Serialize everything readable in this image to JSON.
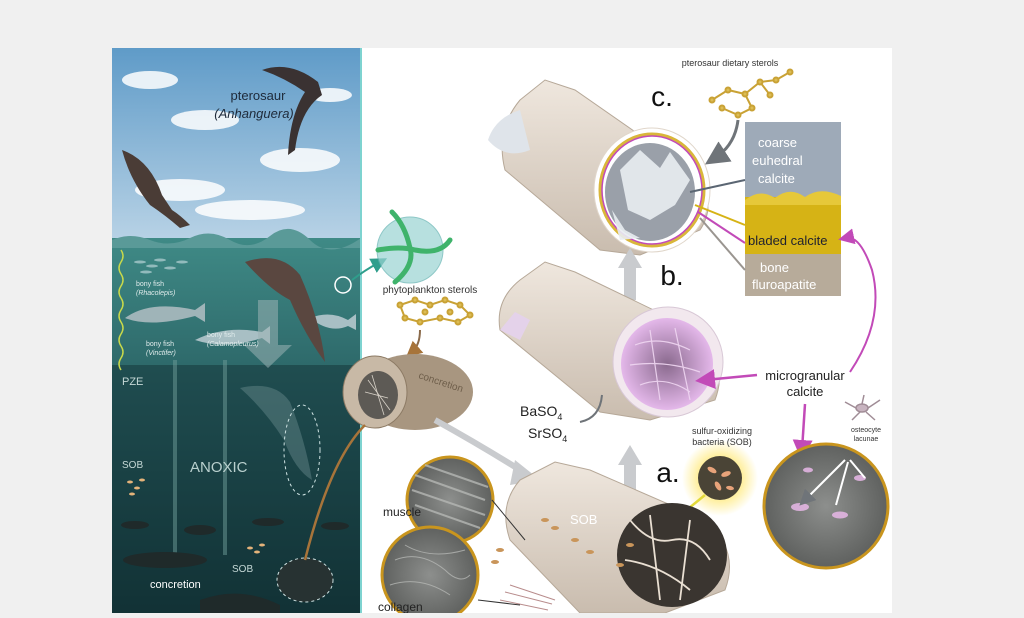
{
  "labels": {
    "pterosaur": "pterosaur",
    "anhanguera": "(Anhanguera)",
    "bony_fish_rhacolepis": "bony fish",
    "rhacolepis": "(Rhacolepis)",
    "bony_fish_vinctifer": "bony fish",
    "vinctifer": "(Vinctifer)",
    "bony_fish_calamopleurus": "bony fish",
    "calamopleurus": "(Calamopleurus)",
    "pze": "PZE",
    "anoxic": "ANOXIC",
    "sob_left": "SOB",
    "sob_bottom": "SOB",
    "concretion_bottom": "concretion",
    "phytoplankton_sterols": "phytoplankton sterols",
    "concretion_tag": "concretion",
    "pterosaur_dietary_sterols": "pterosaur dietary sterols",
    "stage_c": "c.",
    "stage_b": "b.",
    "stage_a": "a.",
    "coarse": "coarse",
    "euhedral": "euhedral",
    "calcite": "calcite",
    "bladed_calcite": "bladed calcite",
    "bone": "bone",
    "fluroapatite": "fluroapatite",
    "microgranular": "microgranular",
    "microgranular_calcite": "calcite",
    "baso4": "BaSO",
    "srso4": "SrSO",
    "sub4": "4",
    "sulfur_oxidizing": "sulfur-oxidizing",
    "bacteria_sob": "bacteria (SOB)",
    "osteocyte": "osteocyte",
    "lacunae": "lacunae",
    "sob_bone": "SOB",
    "muscle": "muscle",
    "collagen": "collagen"
  },
  "colors": {
    "bg": "#f0f0f0",
    "panel": "#ffffff",
    "sky": "#7fb2d6",
    "water": "#2e6a72",
    "deep": "#173c40",
    "bone": "#e3d9cf",
    "coarse_calcite": "#9eaab8",
    "bladed_calcite": "#d6b315",
    "fluroapatite": "#b7ab9a",
    "magenta": "#c24ab8",
    "gold_ring": "#c9951e",
    "sterol": "#d9b94a",
    "green_sterol": "#3fb36b"
  }
}
